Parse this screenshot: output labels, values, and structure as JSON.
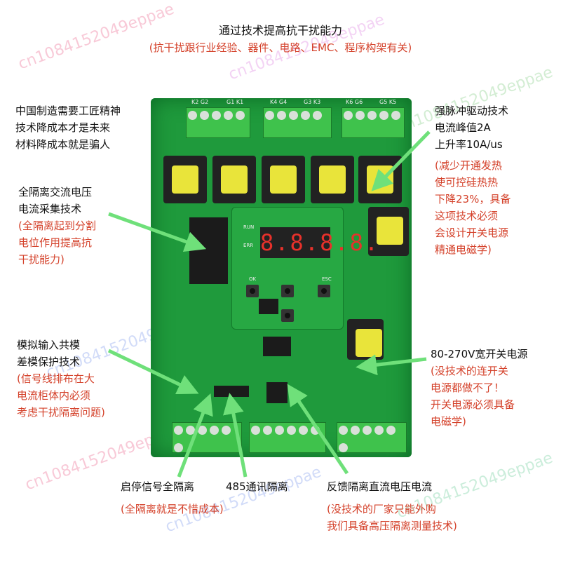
{
  "title": "通过技术提高抗干扰能力",
  "subtitle": "(抗干扰跟行业经验、器件、电路、EMC、程序构架有关)",
  "left_top": [
    "中国制造需要工匠精神",
    "技术降成本才是未来",
    "材料降成本就是骗人"
  ],
  "callouts": {
    "isolation_ac": {
      "heading": [
        "全隔离交流电压",
        "电流采集技术"
      ],
      "note": [
        "(全隔离起到分割",
        "电位作用提高抗",
        "干扰能力)"
      ]
    },
    "analog": {
      "heading": [
        "模拟输入共模",
        "差模保护技术"
      ],
      "note": [
        "(信号线排布在大",
        "电流柜体内必须",
        "考虑干扰隔离问题)"
      ]
    },
    "pulse": {
      "heading": [
        "强脉冲驱动技术",
        "电流峰值2A",
        "上升率10A/us"
      ],
      "note": [
        "(减少开通发热",
        "使可控硅热热",
        "下降23%，具备",
        "这项技术必须",
        "会设计开关电源",
        "精通电磁学)"
      ]
    },
    "power": {
      "heading": "80-270V宽开关电源",
      "note": [
        "(没技术的连开关",
        "电源都做不了！",
        "开关电源必须具备",
        "电磁学)"
      ]
    },
    "start_stop": {
      "heading": "启停信号全隔离",
      "note": "(全隔离就是不惜成本)"
    },
    "rs485": {
      "heading": "485通讯隔离"
    },
    "feedback": {
      "heading": "反馈隔离直流电压电流",
      "note": [
        "(没技术的厂家只能外购",
        "我们具备高压隔离测量技术)"
      ]
    }
  },
  "board": {
    "display": "8.8.8.8.",
    "leds": [
      "RUN",
      "ERR"
    ],
    "buttons": [
      "OK",
      "ESC"
    ],
    "terminal_labels_top": [
      "K2 G2",
      "G1 K1",
      "K4 G4",
      "G3 K3",
      "K6 G6",
      "G5 K5"
    ]
  },
  "watermark": "cn1084152049eppae",
  "colors": {
    "arrow": "#6fe07a",
    "note": "#d4412a",
    "pcb": "#1f9a3c"
  }
}
